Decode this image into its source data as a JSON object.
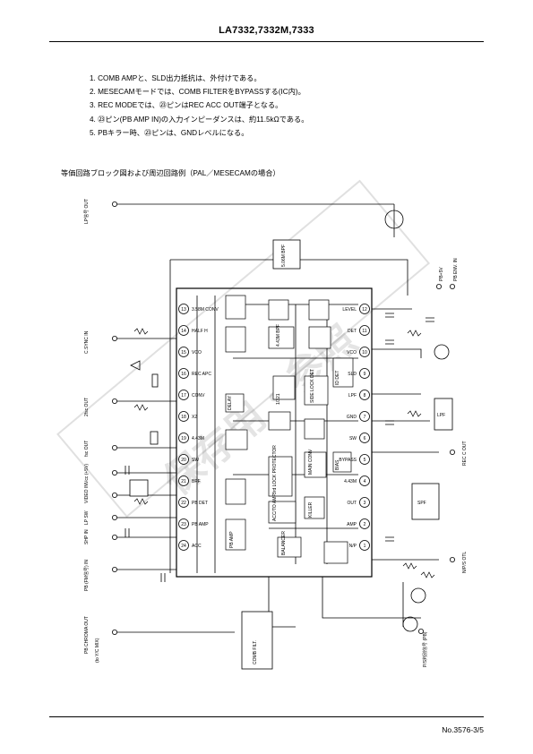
{
  "header": {
    "part_number": "LA7332,7332M,7333"
  },
  "notes": [
    "1. COMB AMPと、SLD出力抵抗は、外付けである。",
    "2. MESECAMモードでは、COMB FILTERをBYPASSする(IC内)。",
    "3. REC MODEでは、㉓ピンはREC ACC OUT端子となる。",
    "4. ㉓ピン(PB AMP IN)の入力インピーダンスは、約11.5kΩである。",
    "5. PBキラー時、㉓ピンは、GNDレベルになる。"
  ],
  "diagram": {
    "caption": "等価回路ブロック図および周辺回路例（PAL／MESECAMの場合）",
    "left_pins": [
      {
        "num": "13",
        "label": "3.58M CONV"
      },
      {
        "num": "14",
        "label": "HALF H"
      },
      {
        "num": "15",
        "label": "VCO"
      },
      {
        "num": "16",
        "label": "REC APC"
      },
      {
        "num": "17",
        "label": "CONV"
      },
      {
        "num": "18",
        "label": "X2"
      },
      {
        "num": "19",
        "label": "4.43M"
      },
      {
        "num": "20",
        "label": "SW"
      },
      {
        "num": "21",
        "label": "BPF"
      },
      {
        "num": "22",
        "label": "PB DET"
      },
      {
        "num": "23",
        "label": "PB AMP"
      },
      {
        "num": "24",
        "label": "ACC"
      }
    ],
    "right_pins": [
      {
        "num": "12",
        "label": "LEVEL"
      },
      {
        "num": "11",
        "label": "DET"
      },
      {
        "num": "10",
        "label": "VCO"
      },
      {
        "num": "9",
        "label": "SLD"
      },
      {
        "num": "8",
        "label": "LPF"
      },
      {
        "num": "7",
        "label": "GND"
      },
      {
        "num": "6",
        "label": "SW"
      },
      {
        "num": "5",
        "label": "BYPASS"
      },
      {
        "num": "4",
        "label": "4.43M"
      },
      {
        "num": "3",
        "label": "OUT"
      },
      {
        "num": "2",
        "label": "AMP"
      },
      {
        "num": "1",
        "label": "N/P"
      }
    ],
    "left_terminals": [
      "LP信号 OUT",
      "C.SYNC IN",
      "2fsc OUT",
      "fsc OUT",
      "Vcc (+5V)",
      "VIDEO IN",
      "LP SW",
      "SHP IN",
      "PB (FM信号) IN",
      "PB CHROMA OUT",
      "(to Y/C MIX)"
    ],
    "right_terminals": [
      "PB+5V",
      "PB ENV. IN",
      "REC C OUT",
      "N/P/S OTL",
      "P/S判別信号 (PB)"
    ],
    "inner_blocks": [
      "5.06M BPF",
      "LPF",
      "SPF",
      "4.43M BPF",
      "COMB FILT.",
      "1/321",
      "SIDE LOCK DET",
      "3rd LOCK PROTECTOR",
      "MAIN CONV",
      "ACC/TO AMP",
      "PB AMP",
      "KILLER",
      "BIAS",
      "BALANCER",
      "ID DET",
      "DELAY"
    ],
    "watermark": "保存用・参照"
  },
  "footer": {
    "page_code": "No.3576-3/5"
  }
}
